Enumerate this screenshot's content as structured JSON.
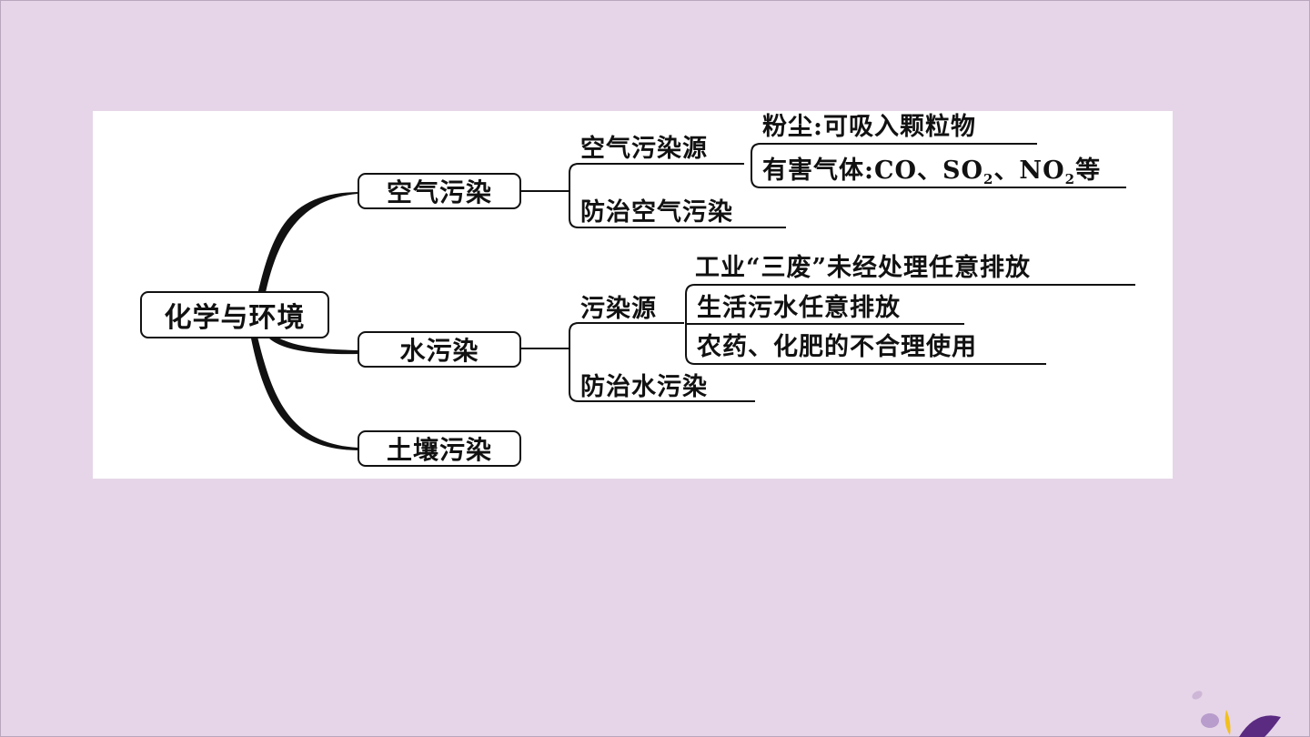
{
  "root": "化学与环境",
  "branches": {
    "air": "空气污染",
    "water": "水污染",
    "soil": "土壤污染"
  },
  "air": {
    "source": "空气污染源",
    "prevention": "防治空气污染",
    "dust": "粉尘:可吸入颗粒物",
    "gases_prefix": "有害气体:CO、SO",
    "gases_sub1": "2",
    "gases_mid": "、NO",
    "gases_sub2": "2",
    "gases_suffix": "等"
  },
  "water": {
    "source": "污染源",
    "prevention": "防治水污染",
    "industrial": "工业“三废”未经处理任意排放",
    "domestic": "生活污水任意排放",
    "agri": "农药、化肥的不合理使用"
  },
  "colors": {
    "background": "#e6d5e8",
    "panel": "#ffffff",
    "ink": "#111111"
  }
}
